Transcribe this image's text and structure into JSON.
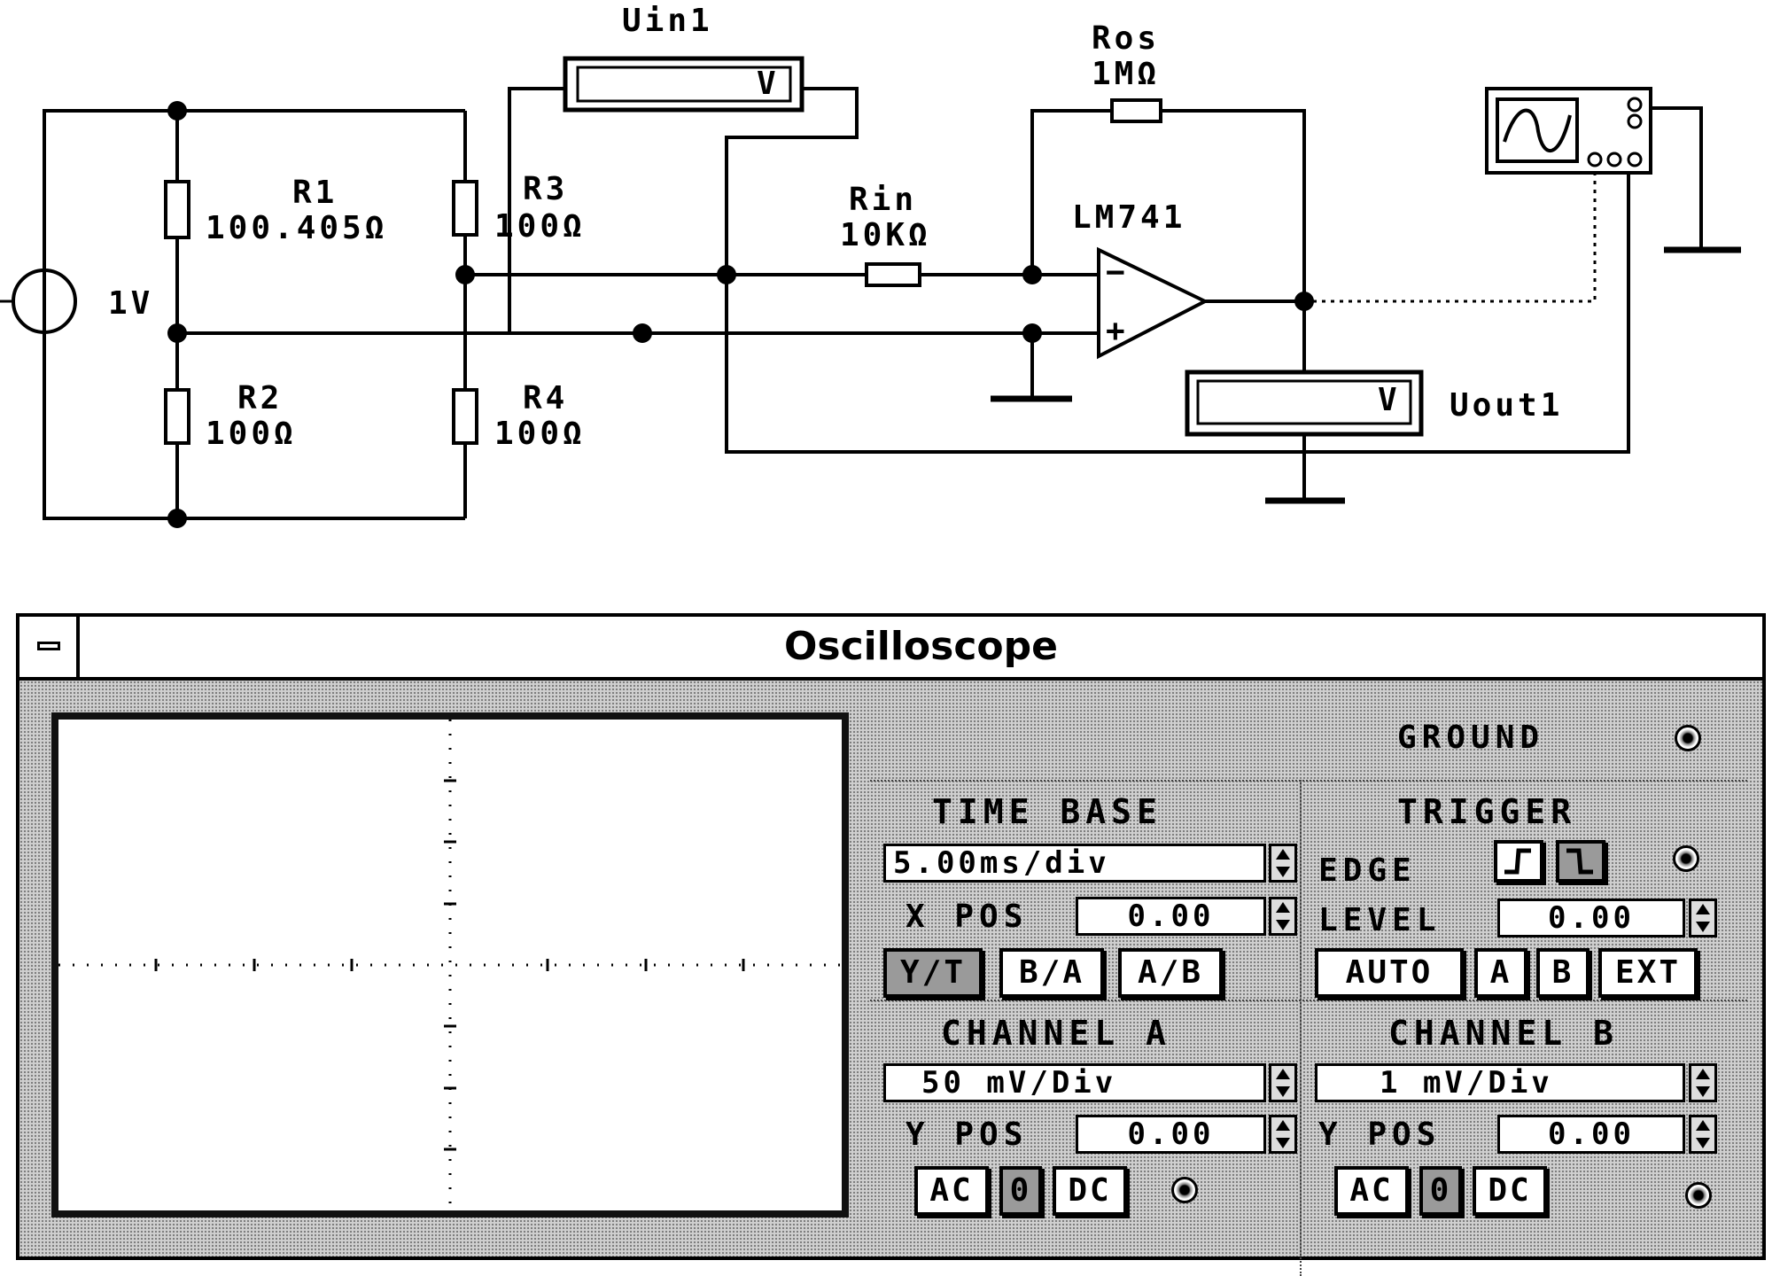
{
  "circuit": {
    "source": {
      "label": "1V"
    },
    "r1": {
      "name": "R1",
      "value": "100.405Ω"
    },
    "r2": {
      "name": "R2",
      "value": "100Ω"
    },
    "r3": {
      "name": "R3",
      "value": "100Ω"
    },
    "r4": {
      "name": "R4",
      "value": "100Ω"
    },
    "rin": {
      "name": "Rin",
      "value": "10KΩ"
    },
    "ros": {
      "name": "Ros",
      "value": "1MΩ"
    },
    "opamp": {
      "name": "LM741",
      "minus": "−",
      "plus": "+"
    },
    "vin_meter": {
      "name": "Uin1",
      "unit": "V"
    },
    "vout_meter": {
      "name": "Uout1",
      "unit": "V"
    }
  },
  "oscilloscope": {
    "title": "Oscilloscope",
    "ground_label": "GROUND",
    "time_base": {
      "title": "TIME BASE",
      "value": "5.00ms/div",
      "xpos_label": "X POS",
      "xpos_value": "0.00",
      "modes": [
        "Y/T",
        "B/A",
        "A/B"
      ],
      "selected_mode": "Y/T"
    },
    "trigger": {
      "title": "TRIGGER",
      "edge_label": "EDGE",
      "level_label": "LEVEL",
      "level_value": "0.00",
      "sources": [
        "AUTO",
        "A",
        "B",
        "EXT"
      ]
    },
    "channel_a": {
      "title": "CHANNEL A",
      "volts_div": "50 mV/Div",
      "ypos_label": "Y POS",
      "ypos_value": "0.00",
      "coupling": [
        "AC",
        "0",
        "DC"
      ]
    },
    "channel_b": {
      "title": "CHANNEL B",
      "volts_div": "1 mV/Div",
      "ypos_label": "Y POS",
      "ypos_value": "0.00",
      "coupling": [
        "AC",
        "0",
        "DC"
      ]
    }
  }
}
